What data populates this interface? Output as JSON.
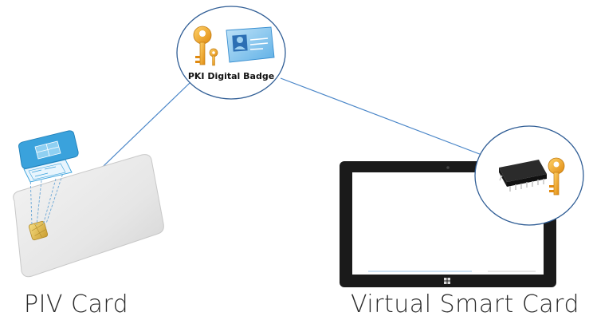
{
  "badge": {
    "label": "PKI Digital Badge"
  },
  "captions": {
    "piv": "PIV Card",
    "vsc": "Virtual Smart Card"
  },
  "colors": {
    "arrow": "#4a86c8",
    "circle_border": "#2f5d95",
    "key_gold": "#f0a51e",
    "card_blue": "#3aa2dc",
    "chip_gold": "#e8c45a",
    "tablet_black": "#1a1a1a"
  },
  "icons": [
    "key-icon",
    "id-badge-icon",
    "smart-card-chip-icon",
    "microchip-icon",
    "tablet-icon"
  ]
}
